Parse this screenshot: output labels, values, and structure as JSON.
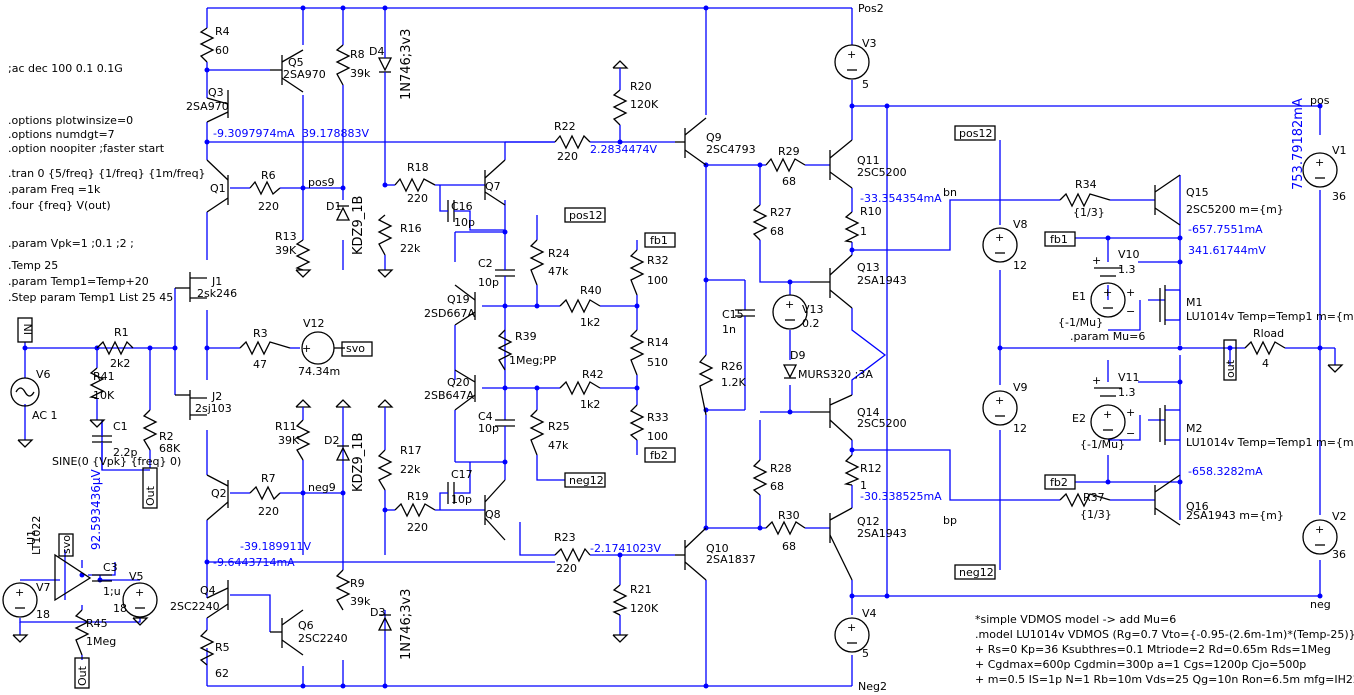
{
  "directives": [
    ";ac dec 100 0.1 0.1G",
    ".options plotwinsize=0",
    ".options numdgt=7",
    ".option noopiter ;faster start",
    ".tran 0 {5/freq} {1/freq} {1m/freq}",
    ".param Freq =1k",
    ".four {freq} V(out)",
    ".param Vpk=1 ;0.1 ;2 ;",
    ".Temp 25",
    ".param Temp1=Temp+20",
    ".Step param Temp1 List 25 45"
  ],
  "model_notes": [
    "*simple VDMOS model -> add Mu=6",
    ".model LU1014v VDMOS (Rg=0.7 Vto={-0.95-(2.6m-1m)*(Temp-25)}",
    "+ Rs=0 Kp=36 Ksubthres=0.1 Mtriode=2 Rd=0.65m Rds=1Meg",
    "+ Cgdmax=600p Cgdmin=300p a=1 Cgs=1200p Cjo=500p",
    "+ m=0.5 IS=1p N=1 Rb=10m Vds=25 Qg=10n Ron=6.5m mfg=IH2204)"
  ],
  "nets": {
    "pos2": "Pos2",
    "neg2": "Neg2",
    "pos": "pos",
    "neg": "neg",
    "pos9": "pos9",
    "neg9": "neg9",
    "bn": "bn",
    "bp": "bp",
    "in": "IN",
    "svo": "svo",
    "out": "Out",
    "out_port": "out",
    "pos12": "pos12",
    "neg12": "neg12",
    "fb1": "fb1",
    "fb2": "fb2",
    "param_mu": ".param Mu=6"
  },
  "components": [
    {
      "name": "R4",
      "value": "60"
    },
    {
      "name": "Q5",
      "value": "2SA970"
    },
    {
      "name": "R8",
      "value": "39k"
    },
    {
      "name": "D4",
      "value": "1N746;3v3"
    },
    {
      "name": "Q3",
      "value": "2SA970"
    },
    {
      "name": "Q1",
      "value": ""
    },
    {
      "name": "R6",
      "value": "220"
    },
    {
      "name": "D1",
      "value": "KDZ9_1B"
    },
    {
      "name": "R13",
      "value": "39K"
    },
    {
      "name": "R18",
      "value": "220"
    },
    {
      "name": "Q7",
      "value": ""
    },
    {
      "name": "C16",
      "value": "10p"
    },
    {
      "name": "R16",
      "value": "22k"
    },
    {
      "name": "R22",
      "value": "220"
    },
    {
      "name": "R20",
      "value": "120K"
    },
    {
      "name": "Q9",
      "value": "2SC4793"
    },
    {
      "name": "R29",
      "value": "68"
    },
    {
      "name": "Q11",
      "value": "2SC5200"
    },
    {
      "name": "V3",
      "value": "5"
    },
    {
      "name": "R10",
      "value": "1"
    },
    {
      "name": "R27",
      "value": "68"
    },
    {
      "name": "Q13",
      "value": "2SA1943"
    },
    {
      "name": "R34",
      "value": "{1/3}"
    },
    {
      "name": "Q15",
      "value": "2SC5200 m={m}"
    },
    {
      "name": "V1",
      "value": "36"
    },
    {
      "name": "V8",
      "value": "12"
    },
    {
      "name": "V10",
      "value": "1.3"
    },
    {
      "name": "E1",
      "value": "{-1/Mu}"
    },
    {
      "name": "M1",
      "value": "LU1014v Temp=Temp1 m={m}"
    },
    {
      "name": "J1",
      "value": "2sk246"
    },
    {
      "name": "R1",
      "value": "2k2"
    },
    {
      "name": "R41",
      "value": "10K"
    },
    {
      "name": "V6",
      "value": "AC 1"
    },
    {
      "name": "R3",
      "value": "47"
    },
    {
      "name": "V12",
      "value": "74.34m"
    },
    {
      "name": "C2",
      "value": "10p"
    },
    {
      "name": "R24",
      "value": "47k"
    },
    {
      "name": "R32",
      "value": "100"
    },
    {
      "name": "Q19",
      "value": "2SD667A"
    },
    {
      "name": "R40",
      "value": "1k2"
    },
    {
      "name": "R39",
      "value": "1Meg;PP"
    },
    {
      "name": "R14",
      "value": "510"
    },
    {
      "name": "C15",
      "value": "1n"
    },
    {
      "name": "V13",
      "value": "0.2"
    },
    {
      "name": "D9",
      "value": "MURS320 ;3A"
    },
    {
      "name": "Rload",
      "value": "4"
    },
    {
      "name": "J2",
      "value": "2sj103"
    },
    {
      "name": "C1",
      "value": "2.2p"
    },
    {
      "name": "R2",
      "value": "68K"
    },
    {
      "name": "Q20",
      "value": "2SB647A"
    },
    {
      "name": "R42",
      "value": "1k2"
    },
    {
      "name": "R26",
      "value": "1.2K"
    },
    {
      "name": "V9",
      "value": "12"
    },
    {
      "name": "V11",
      "value": "1.3"
    },
    {
      "name": "C4",
      "value": "10p"
    },
    {
      "name": "R25",
      "value": "47k"
    },
    {
      "name": "R33",
      "value": "100"
    },
    {
      "name": "R11",
      "value": "39K"
    },
    {
      "name": "D2",
      "value": "KDZ9_1B"
    },
    {
      "name": "R17",
      "value": "22k"
    },
    {
      "name": "Q14",
      "value": "2SC5200"
    },
    {
      "name": "E2",
      "value": "{-1/Mu}"
    },
    {
      "name": "M2",
      "value": "LU1014v Temp=Temp1 m={m}"
    },
    {
      "name": "Q2",
      "value": ""
    },
    {
      "name": "R7",
      "value": "220"
    },
    {
      "name": "C17",
      "value": "10p"
    },
    {
      "name": "R12",
      "value": "1"
    },
    {
      "name": "R28",
      "value": "68"
    },
    {
      "name": "R19",
      "value": "220"
    },
    {
      "name": "Q8",
      "value": ""
    },
    {
      "name": "R37",
      "value": "{1/3}"
    },
    {
      "name": "Q16",
      "value": "2SA1943 m={m}"
    },
    {
      "name": "U1",
      "value": "LT1022"
    },
    {
      "name": "C3",
      "value": "1;u"
    },
    {
      "name": "V7",
      "value": "18"
    },
    {
      "name": "V5",
      "value": "18"
    },
    {
      "name": "R23",
      "value": "220"
    },
    {
      "name": "Q10",
      "value": "2SA1837"
    },
    {
      "name": "R30",
      "value": "68"
    },
    {
      "name": "Q12",
      "value": "2SA1943"
    },
    {
      "name": "V2",
      "value": "36"
    },
    {
      "name": "Q4",
      "value": "2SC2240"
    },
    {
      "name": "Q6",
      "value": "2SC2240"
    },
    {
      "name": "R9",
      "value": "39k"
    },
    {
      "name": "D3",
      "value": "1N746;3v3"
    },
    {
      "name": "R21",
      "value": "120K"
    },
    {
      "name": "R45",
      "value": "1Meg"
    },
    {
      "name": "R5",
      "value": "62"
    },
    {
      "name": "V4",
      "value": "5"
    }
  ],
  "v6_source": "SINE(0 {Vpk} {freq} 0)",
  "probes": [
    "-9.3097974mA",
    "39.178883V",
    "2.2834474V",
    "-33.354354mA",
    "-657.7551mA",
    "341.61744mV",
    "753.79182mA",
    "-658.3282mA",
    "-30.338525mA",
    "-2.1741023V",
    "-39.189911V",
    "-9.6443714mA",
    "92.593436μV"
  ]
}
